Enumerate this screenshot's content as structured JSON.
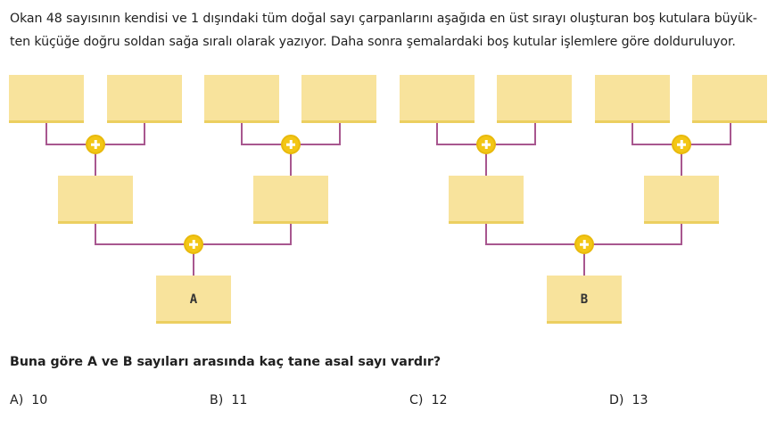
{
  "intro": {
    "line1": "Okan 48 sayısının kendisi ve 1 dışındaki tüm doğal sayı çarpanlarını aşağıda en üst sırayı oluşturan boş kutulara büyük-",
    "line2": "ten küçüğe doğru soldan sağa sıralı olarak yazıyor. Daha sonra şemalardaki boş kutular işlemlere göre dolduruluyor."
  },
  "diagram": {
    "operator_symbol": "+",
    "operator_icon": "plus-circle-icon",
    "box_fill_color": "#f8e39c",
    "connector_color": "#a8578f",
    "operator_color": "#f3c615",
    "left_result_label": "A",
    "right_result_label": "B"
  },
  "question": "Buna göre A ve B sayıları arasında kaç tane asal sayı vardır?",
  "options": [
    {
      "letter": "A)",
      "value": "10"
    },
    {
      "letter": "B)",
      "value": "11"
    },
    {
      "letter": "C)",
      "value": "12"
    },
    {
      "letter": "D)",
      "value": "13"
    }
  ]
}
